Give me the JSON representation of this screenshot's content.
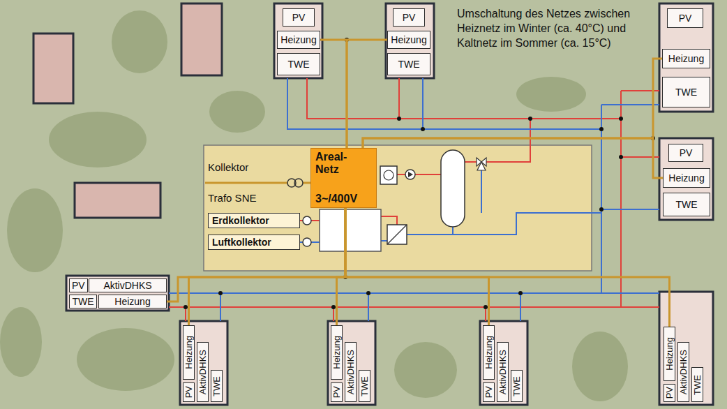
{
  "diagram": {
    "nodes": [
      {
        "text": [
          "PV"
        ]
      },
      {
        "text": [
          "Heizung"
        ]
      },
      {
        "text": [
          "TWE"
        ]
      },
      {
        "text": [
          "PV"
        ]
      },
      {
        "text": [
          "Heizung"
        ]
      },
      {
        "text": [
          "TWE"
        ]
      },
      {
        "text": [
          "PV"
        ]
      },
      {
        "text": [
          "Heizung"
        ]
      },
      {
        "text": [
          "TWE"
        ]
      },
      {
        "text": [
          "PV"
        ]
      },
      {
        "text": [
          "Heizung"
        ]
      },
      {
        "text": [
          "TWE"
        ]
      },
      {
        "text": [
          "Areal-Netz",
          "3~/400V"
        ]
      },
      {
        "text": [
          "Erdkollektor"
        ]
      },
      {
        "text": [
          "Luftkollektor"
        ]
      },
      {
        "text": [
          "PV"
        ]
      },
      {
        "text": [
          "AktivDHKS"
        ]
      },
      {
        "text": [
          "TWE"
        ]
      },
      {
        "text": [
          "Heizung"
        ]
      },
      {
        "text": [
          "Heizung"
        ]
      },
      {
        "text": [
          "PV"
        ]
      },
      {
        "text": [
          "AktivDHKS"
        ]
      },
      {
        "text": [
          "TWE"
        ]
      },
      {
        "text": [
          "Heizung"
        ]
      },
      {
        "text": [
          "PV"
        ]
      },
      {
        "text": [
          "AktivDHKS"
        ]
      },
      {
        "text": [
          "TWE"
        ]
      },
      {
        "text": [
          "Heizung"
        ]
      },
      {
        "text": [
          "PV"
        ]
      },
      {
        "text": [
          "AktivDHKS"
        ]
      },
      {
        "text": [
          "TWE"
        ]
      },
      {
        "text": [
          "Heizung"
        ]
      },
      {
        "text": [
          "PV"
        ]
      },
      {
        "text": [
          "AktivDHKS"
        ]
      },
      {
        "text": [
          "TWE"
        ]
      }
    ],
    "edges": [
      {
        "from": 12,
        "to": 1,
        "arrow": "none"
      },
      {
        "from": 12,
        "to": 4,
        "arrow": "none"
      },
      {
        "from": 12,
        "to": 7,
        "arrow": "none"
      },
      {
        "from": 12,
        "to": 10,
        "arrow": "none"
      },
      {
        "from": 12,
        "to": 18,
        "arrow": "none"
      },
      {
        "from": 12,
        "to": 19,
        "arrow": "none"
      },
      {
        "from": 12,
        "to": 23,
        "arrow": "none"
      },
      {
        "from": 12,
        "to": 27,
        "arrow": "none"
      },
      {
        "from": 12,
        "to": 31,
        "arrow": "none"
      }
    ],
    "labels": [
      "Umschaltung des Netzes zwischen Heiznetz im Winter (ca. 40°C) und Kaltnetz im Sommer (ca. 15°C)",
      "Kollektor",
      "Trafo SNE"
    ]
  }
}
